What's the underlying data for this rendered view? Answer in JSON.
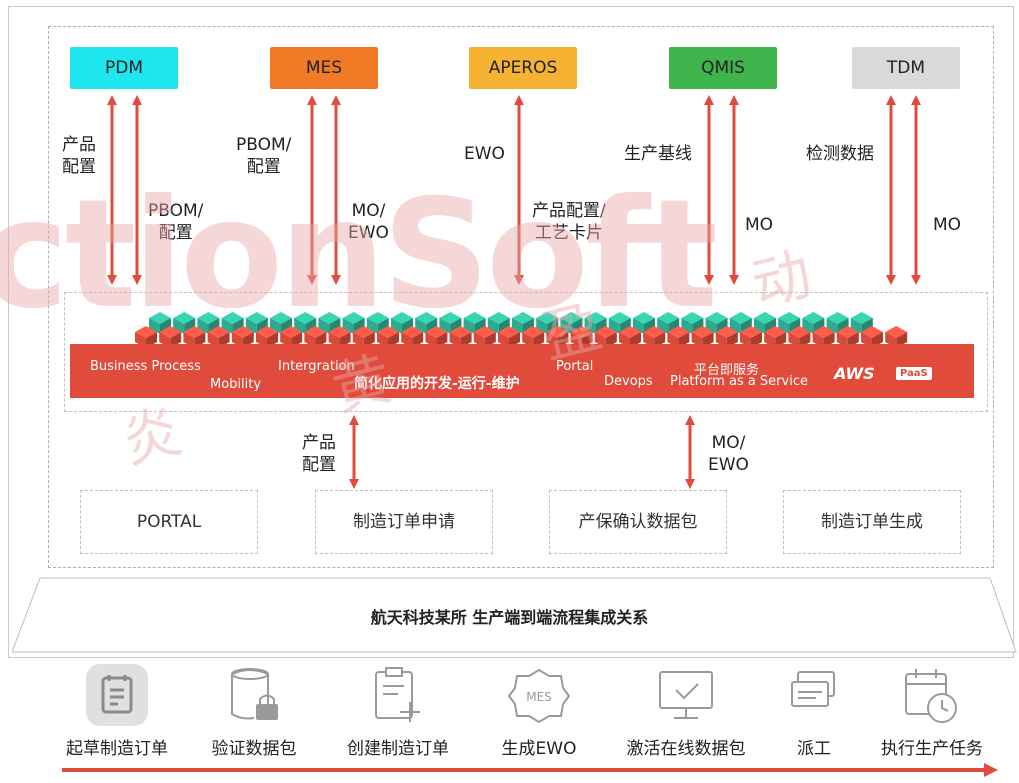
{
  "systems": [
    {
      "label": "PDM",
      "color": "#1ee6ee"
    },
    {
      "label": "MES",
      "color": "#f07a26"
    },
    {
      "label": "APEROS",
      "color": "#f6b333"
    },
    {
      "label": "QMIS",
      "color": "#3fb44c"
    },
    {
      "label": "TDM",
      "color": "#d9d9d9"
    }
  ],
  "flow_labels": {
    "pdm_left": [
      "产品",
      "配置"
    ],
    "pdm_right": [
      "PBOM/",
      "配置"
    ],
    "mes_left": [
      "PBOM/",
      "配置"
    ],
    "mes_right": [
      "MO/",
      "EWO"
    ],
    "aperos_left": "EWO",
    "aperos_right": [
      "产品配置/",
      "工艺卡片"
    ],
    "qmis_left": "生产基线",
    "qmis_right": "MO",
    "tdm_left": "检测数据",
    "tdm_right": "MO",
    "portal_left": [
      "产品",
      "配置"
    ],
    "portal_right": [
      "MO/",
      "EWO"
    ]
  },
  "platform": {
    "business_process": "Business Process",
    "mobility": "Mobility",
    "intergration": "Intergration",
    "main_title": "简化应用的开发-运行-维护",
    "portal": "Portal",
    "devops": "Devops",
    "paas_cn": "平台即服务",
    "paas_en": "Platform as a Service",
    "logo": "AWS",
    "logo_badge": "PaaS"
  },
  "bottom_boxes": [
    "PORTAL",
    "制造订单申请",
    "产保确认数据包",
    "制造订单生成"
  ],
  "trapezoid_title": "航天科技某所 生产端到端流程集成关系",
  "process_steps": [
    {
      "label": "起草制造订单",
      "icon": "draft-document-icon"
    },
    {
      "label": "验证数据包",
      "icon": "locked-database-icon"
    },
    {
      "label": "创建制造订单",
      "icon": "create-order-icon"
    },
    {
      "label": "生成EWO",
      "icon": "mes-gear-icon"
    },
    {
      "label": "激活在线数据包",
      "icon": "monitor-check-icon"
    },
    {
      "label": "派工",
      "icon": "dispatch-stack-icon"
    },
    {
      "label": "执行生产任务",
      "icon": "calendar-clock-icon"
    }
  ],
  "watermark": {
    "text1": "ctionSoft",
    "text2": "炎 黄 盈 动"
  },
  "colors": {
    "arrow": "#e04b3c",
    "cube_green": "#2daa8f",
    "cube_red": "#d94a3a"
  }
}
